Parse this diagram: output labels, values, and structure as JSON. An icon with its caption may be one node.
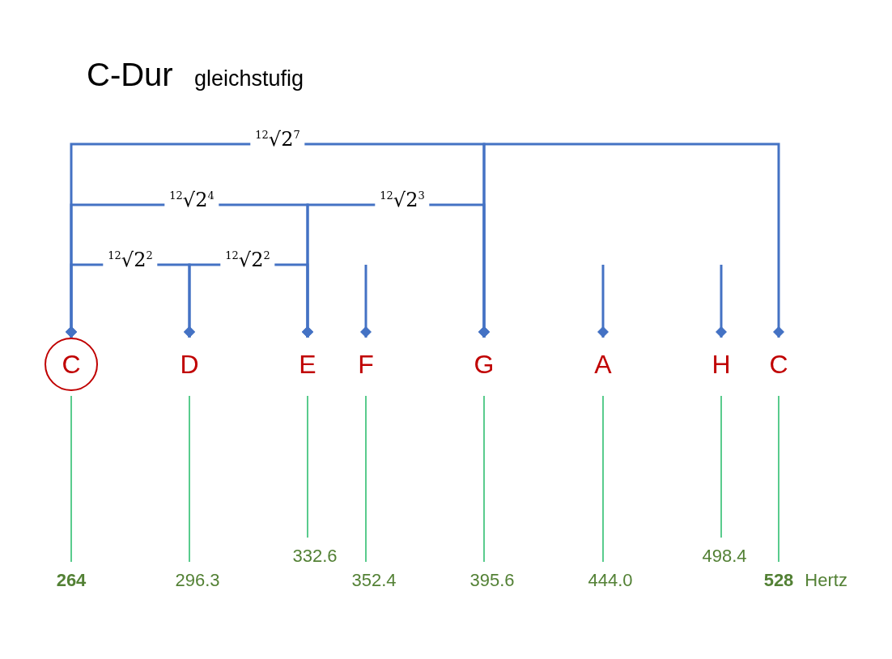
{
  "diagram": {
    "title": "C-Dur",
    "nodes": [
      {
        "text": [
          "C"
        ]
      },
      {
        "text": [
          "D"
        ]
      },
      {
        "text": [
          "E"
        ]
      },
      {
        "text": [
          "F"
        ]
      },
      {
        "text": [
          "G"
        ]
      },
      {
        "text": [
          "A"
        ]
      },
      {
        "text": [
          "H"
        ]
      },
      {
        "text": [
          "C"
        ]
      },
      {
        "text": [
          "264"
        ]
      },
      {
        "text": [
          "296.3"
        ]
      },
      {
        "text": [
          "332.6"
        ]
      },
      {
        "text": [
          "352.4"
        ]
      },
      {
        "text": [
          "395.6"
        ]
      },
      {
        "text": [
          "444.0"
        ]
      },
      {
        "text": [
          "498.4"
        ]
      },
      {
        "text": [
          "528"
        ],
        "beside": [
          "Hertz"
        ]
      }
    ],
    "edges": [
      {
        "from": 0,
        "to": 4,
        "arrow": "other",
        "label": "$^{12}$√2$^{7}$"
      },
      {
        "from": 4,
        "to": 7,
        "arrow": "other"
      },
      {
        "from": 0,
        "to": 2,
        "arrow": "other",
        "label": "$^{12}$√2$^{4}$"
      },
      {
        "from": 2,
        "to": 4,
        "arrow": "other",
        "label": "$^{12}$√2$^{3}$"
      },
      {
        "from": 0,
        "to": 1,
        "arrow": "other",
        "label": "$^{12}$√2$^{2}$"
      },
      {
        "from": 1,
        "to": 2,
        "arrow": "other",
        "label": "$^{12}$√2$^{2}$"
      },
      {
        "from": null,
        "to": 3,
        "arrow": "other"
      },
      {
        "from": null,
        "to": 5,
        "arrow": "other"
      },
      {
        "from": null,
        "to": 6,
        "arrow": "other"
      },
      {
        "from": 0,
        "to": 8,
        "arrow": "none",
        "color": "#00b050"
      },
      {
        "from": 1,
        "to": 9,
        "arrow": "none",
        "color": "#00b050"
      },
      {
        "from": 2,
        "to": 10,
        "arrow": "none",
        "color": "#00b050"
      },
      {
        "from": 3,
        "to": 11,
        "arrow": "none",
        "color": "#00b050"
      },
      {
        "from": 4,
        "to": 12,
        "arrow": "none",
        "color": "#00b050"
      },
      {
        "from": 5,
        "to": 13,
        "arrow": "none",
        "color": "#00b050"
      },
      {
        "from": 6,
        "to": 14,
        "arrow": "none",
        "color": "#00b050"
      },
      {
        "from": 7,
        "to": 15,
        "arrow": "none",
        "color": "#00b050"
      }
    ],
    "labels": [
      "gleichstufig"
    ]
  }
}
